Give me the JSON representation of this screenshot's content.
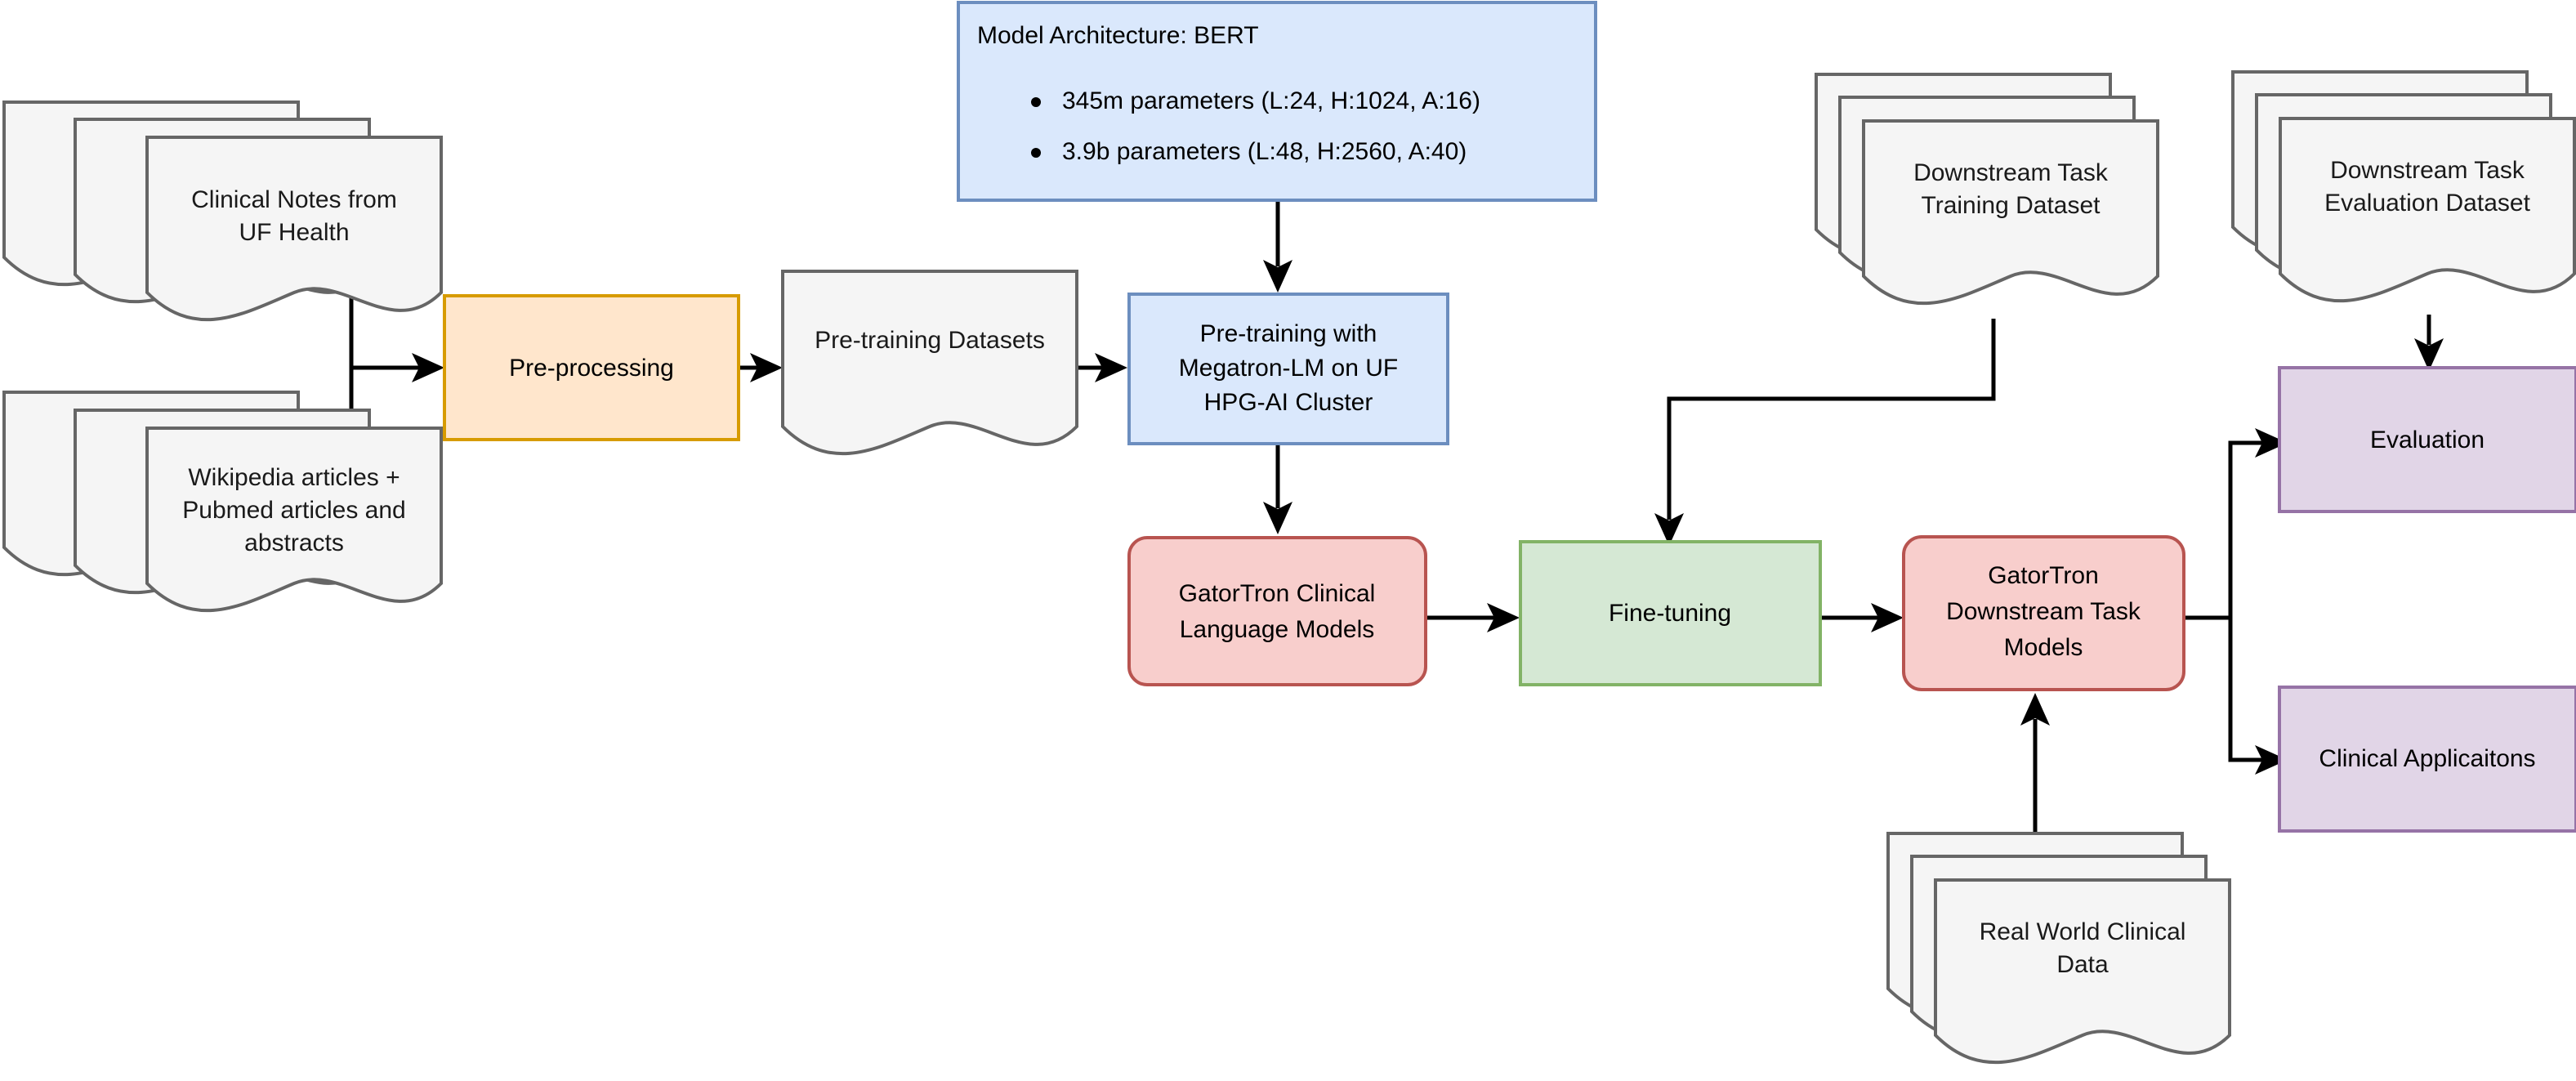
{
  "diagram": {
    "title": "GatorTron clinical language model development pipeline",
    "type": "flowchart",
    "background": "#ffffff"
  },
  "palette": {
    "document_fill": "#f5f5f5",
    "document_stroke": "#666666",
    "preprocessing_fill": "#ffe6cc",
    "preprocessing_stroke": "#d79b00",
    "pretraining_fill": "#dae8fc",
    "pretraining_stroke": "#6c8ebf",
    "model_fill": "#f8cecc",
    "model_stroke": "#b85450",
    "finetune_fill": "#d5e8d4",
    "finetune_stroke": "#82b366",
    "output_fill": "#e1d5e7",
    "output_stroke": "#9673a6",
    "edge_color": "#000000"
  },
  "nodes": {
    "clinical_notes": {
      "label_line1": "Clinical Notes from",
      "label_line2": "UF Health",
      "shape": "multi-document",
      "color": "document"
    },
    "wikipedia_pubmed": {
      "label_line1": "Wikipedia articles +",
      "label_line2": "Pubmed articles and",
      "label_line3": "abstracts",
      "shape": "multi-document",
      "color": "document"
    },
    "preprocessing": {
      "label": "Pre-processing",
      "shape": "rectangle",
      "color": "yellow"
    },
    "pretraining_datasets": {
      "label": "Pre-training Datasets",
      "shape": "document",
      "color": "document"
    },
    "model_architecture": {
      "title": "Model Architecture: BERT",
      "bullets": [
        "345m parameters (L:24, H:1024, A:16)",
        "3.9b parameters (L:48, H:2560, A:40)"
      ],
      "shape": "rectangle",
      "color": "blue"
    },
    "pretraining": {
      "label_line1": "Pre-training with",
      "label_line2": "Megatron-LM on UF",
      "label_line3": "HPG-AI Cluster",
      "shape": "rectangle",
      "color": "blue"
    },
    "gatortron_clm": {
      "label_line1": "GatorTron Clinical",
      "label_line2": "Language Models",
      "shape": "rounded-rectangle",
      "color": "red"
    },
    "finetuning": {
      "label": "Fine-tuning",
      "shape": "rectangle",
      "color": "green"
    },
    "downstream_training_dataset": {
      "label_line1": "Downstream Task",
      "label_line2": "Training Dataset",
      "shape": "multi-document",
      "color": "document"
    },
    "downstream_eval_dataset": {
      "label_line1": "Downstream Task",
      "label_line2": "Evaluation Dataset",
      "shape": "multi-document",
      "color": "document"
    },
    "gatortron_downstream": {
      "label_line1": "GatorTron",
      "label_line2": "Downstream Task",
      "label_line3": "Models",
      "shape": "rounded-rectangle",
      "color": "red"
    },
    "real_world_data": {
      "label_line1": "Real World Clinical",
      "label_line2": "Data",
      "shape": "multi-document",
      "color": "document"
    },
    "evaluation": {
      "label": "Evaluation",
      "shape": "rectangle",
      "color": "purple"
    },
    "clinical_applications": {
      "label": "Clinical Applicaitons",
      "shape": "rectangle",
      "color": "purple"
    }
  },
  "edges": [
    {
      "from": "clinical_notes",
      "to": "preprocessing"
    },
    {
      "from": "wikipedia_pubmed",
      "to": "preprocessing"
    },
    {
      "from": "preprocessing",
      "to": "pretraining_datasets"
    },
    {
      "from": "pretraining_datasets",
      "to": "pretraining"
    },
    {
      "from": "model_architecture",
      "to": "pretraining"
    },
    {
      "from": "pretraining",
      "to": "gatortron_clm"
    },
    {
      "from": "gatortron_clm",
      "to": "finetuning"
    },
    {
      "from": "downstream_training_dataset",
      "to": "finetuning"
    },
    {
      "from": "finetuning",
      "to": "gatortron_downstream"
    },
    {
      "from": "real_world_data",
      "to": "gatortron_downstream"
    },
    {
      "from": "gatortron_downstream",
      "to": "evaluation"
    },
    {
      "from": "gatortron_downstream",
      "to": "clinical_applications"
    },
    {
      "from": "downstream_eval_dataset",
      "to": "evaluation"
    }
  ]
}
